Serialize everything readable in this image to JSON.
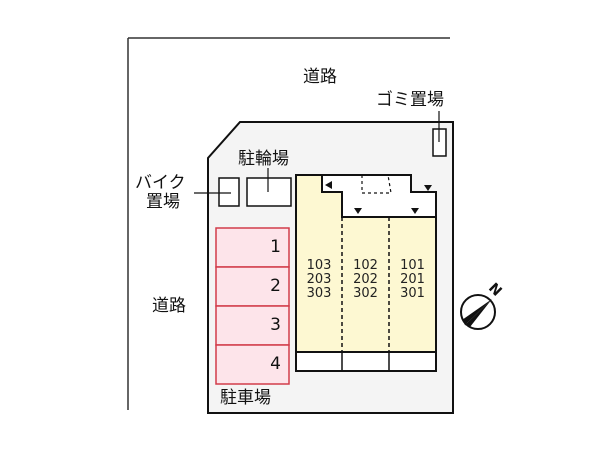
{
  "labels": {
    "road_top": "道路",
    "road_left": "道路",
    "garbage": "ゴミ置場",
    "bicycle": "駐輪場",
    "bike_line1": "バイク",
    "bike_line2": "置場",
    "parking": "駐車場"
  },
  "parking_spaces": [
    "1",
    "2",
    "3",
    "4"
  ],
  "units": [
    {
      "col": "left",
      "rooms": [
        "103",
        "203",
        "303"
      ]
    },
    {
      "col": "middle",
      "rooms": [
        "102",
        "202",
        "302"
      ]
    },
    {
      "col": "right",
      "rooms": [
        "101",
        "201",
        "301"
      ]
    }
  ],
  "compass": {
    "label": "N"
  },
  "colors": {
    "lot_fill": "#f4f4f4",
    "building_fill": "#fdf8d2",
    "parking_fill": "#fde4ea",
    "parking_border": "#d23c4a",
    "line": "#111111"
  }
}
